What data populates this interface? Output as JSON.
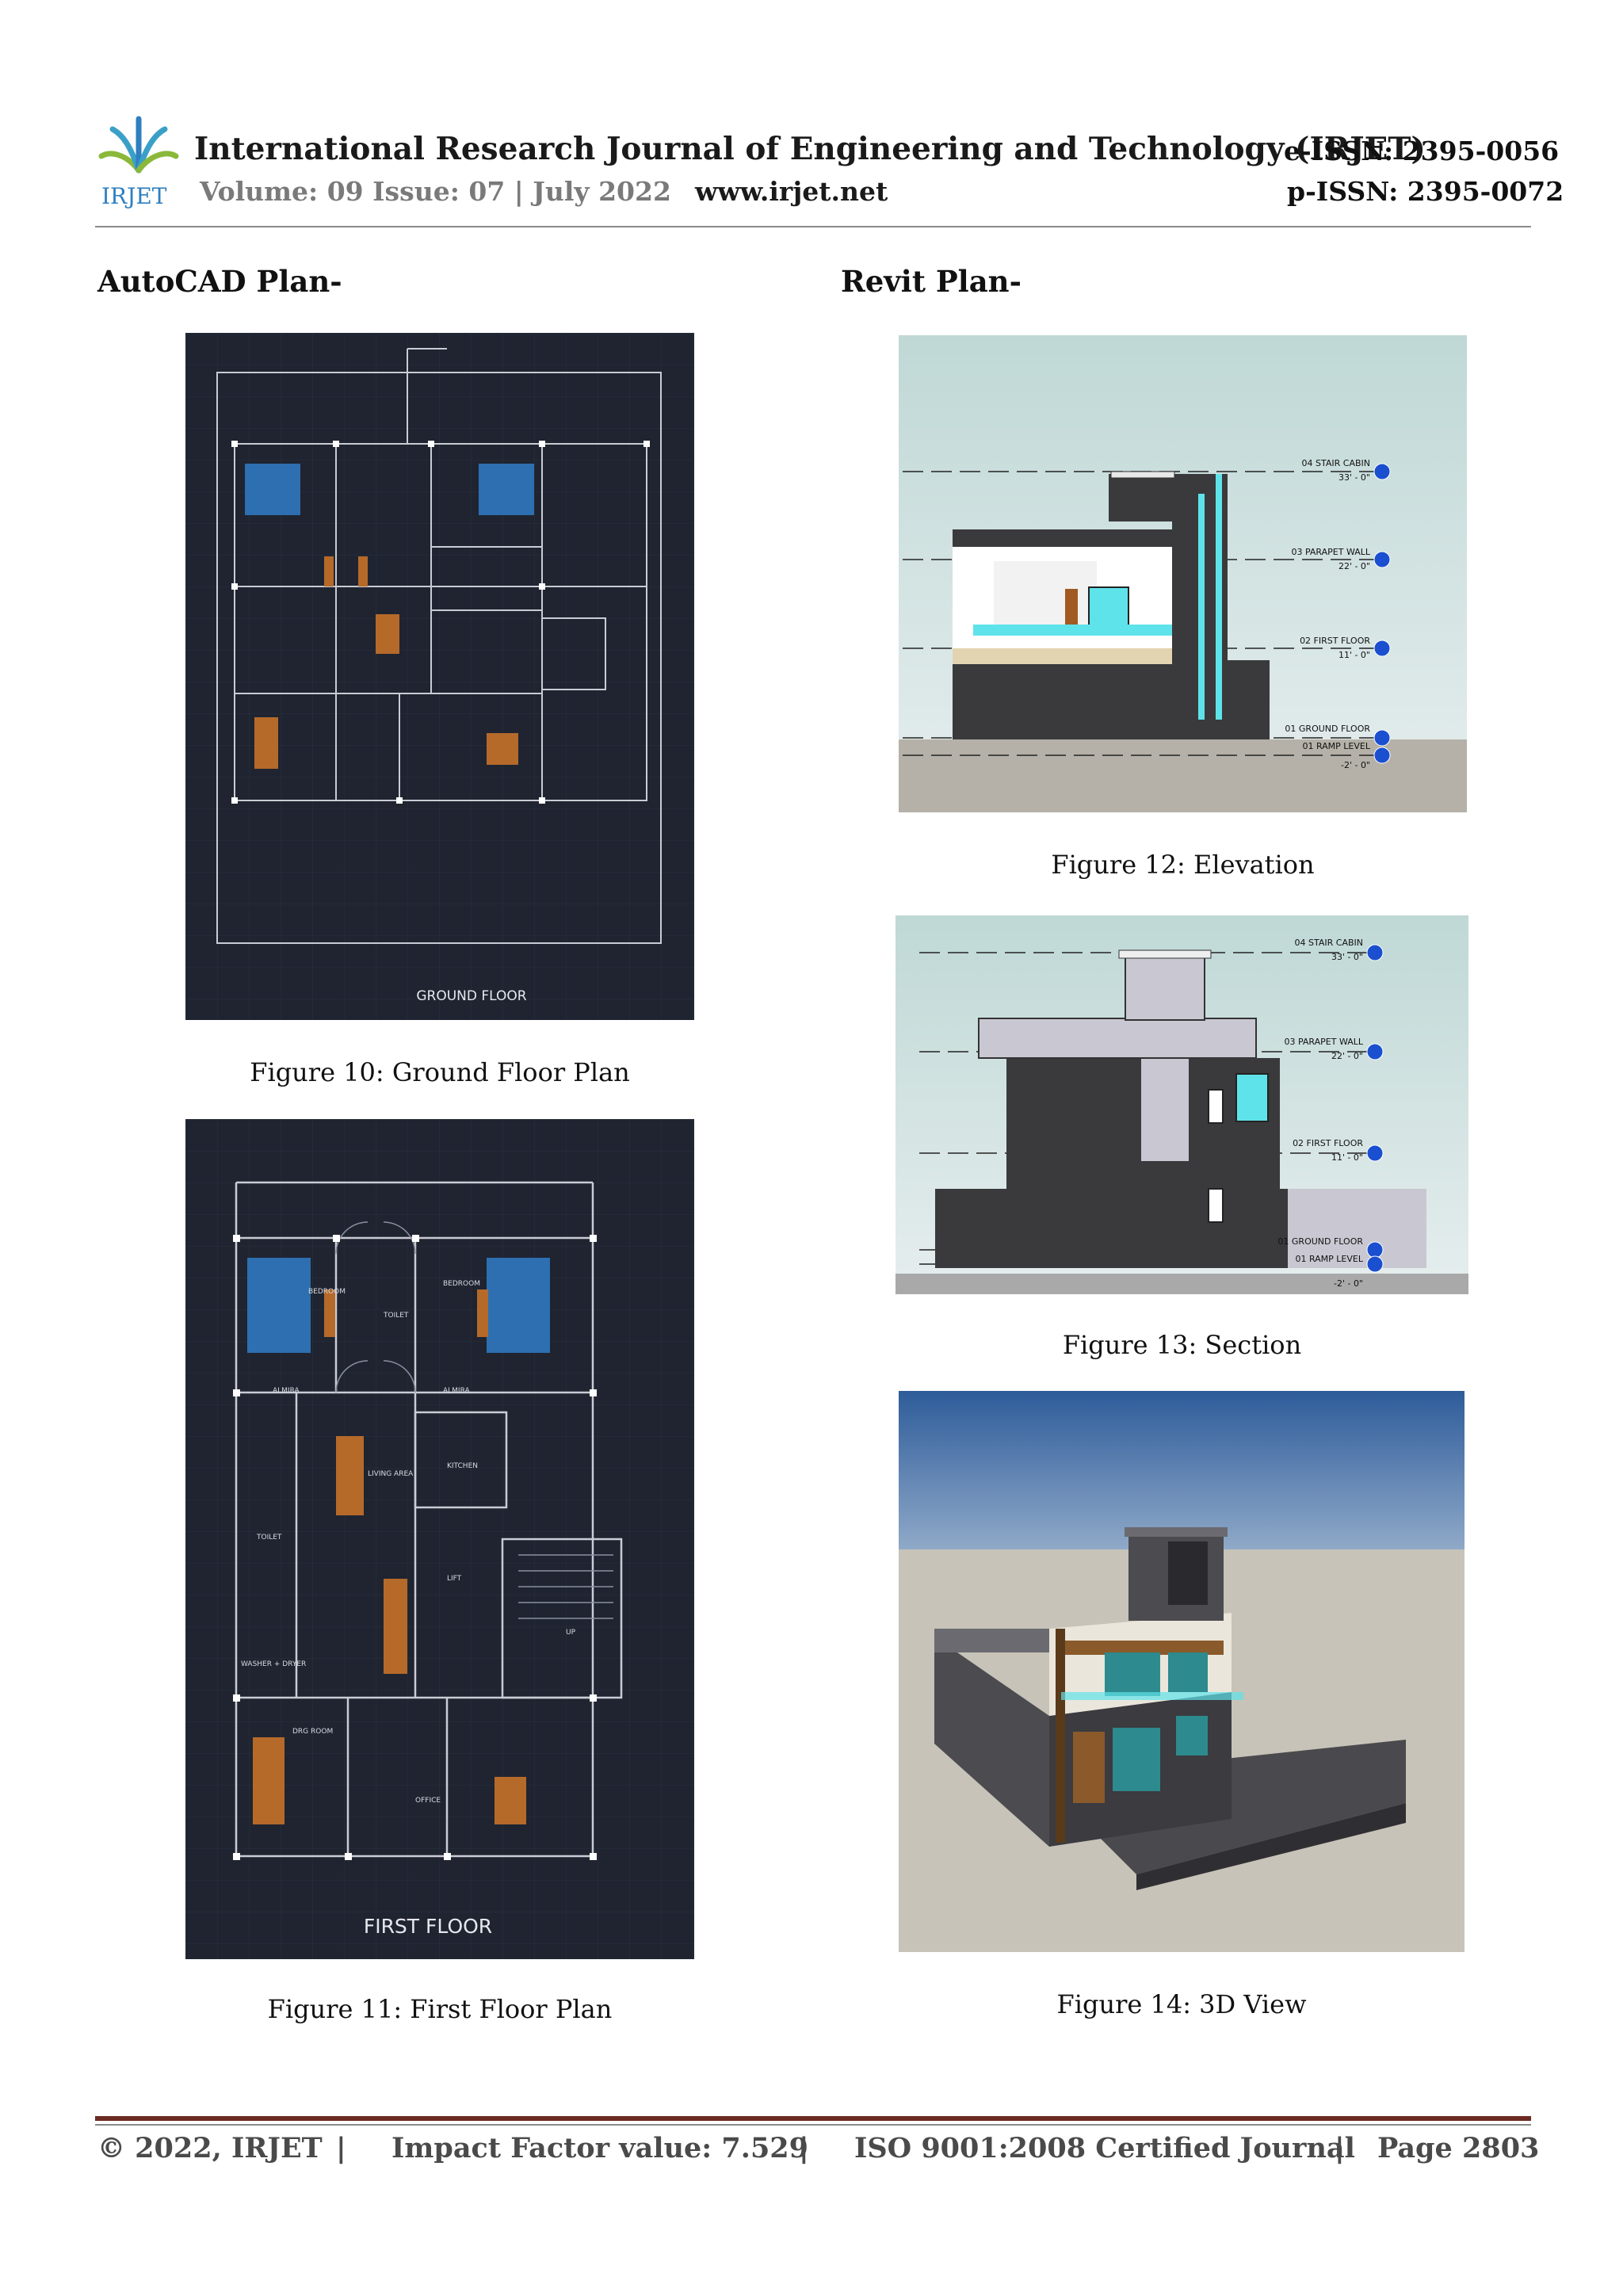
{
  "header": {
    "logo_text": "IRJET",
    "journal_title": "International Research Journal of Engineering and Technology (IRJET)",
    "e_issn": "e-ISSN: 2395-0056",
    "volume": "Volume: 09 Issue: 07 | July 2022",
    "website": "www.irjet.net",
    "p_issn": "p-ISSN: 2395-0072"
  },
  "sections": {
    "autocad_heading": "AutoCAD Plan-",
    "revit_heading": "Revit Plan-"
  },
  "figures": {
    "ground_floor": {
      "caption": "Figure 10: Ground Floor Plan",
      "drawing_label": "GROUND FLOOR"
    },
    "first_floor": {
      "caption": "Figure 11: First Floor Plan",
      "drawing_label": "FIRST FLOOR",
      "room_labels": [
        "BEDROOM",
        "TOILET",
        "BEDROOM",
        "ALMIRA",
        "ALMIRA",
        "LIVING AREA",
        "KITCHEN",
        "TOILET",
        "LIFT",
        "WASHER + DRYER",
        "DRG ROOM",
        "OFFICE",
        "UP"
      ]
    },
    "elevation": {
      "caption": "Figure 12: Elevation",
      "levels": [
        {
          "name": "04 STAIR CABIN",
          "value": "33' - 0\""
        },
        {
          "name": "03 PARAPET WALL",
          "value": "22' - 0\""
        },
        {
          "name": "02 FIRST FLOOR",
          "value": "11' - 0\""
        },
        {
          "name": "01 GROUND FLOOR",
          "value": ""
        },
        {
          "name": "01 RAMP LEVEL",
          "value": "-2' - 0\""
        }
      ]
    },
    "section": {
      "caption": "Figure 13: Section",
      "levels": [
        {
          "name": "04 STAIR CABIN",
          "value": "33' - 0\""
        },
        {
          "name": "03 PARAPET WALL",
          "value": "22' - 0\""
        },
        {
          "name": "02 FIRST FLOOR",
          "value": "11' - 0\""
        },
        {
          "name": "01 GROUND FLOOR",
          "value": ""
        },
        {
          "name": "01 RAMP LEVEL",
          "value": "-2' - 0\""
        }
      ]
    },
    "view3d": {
      "caption": "Figure 14: 3D View"
    }
  },
  "footer": {
    "copyright": "© 2022, IRJET",
    "sep1": "|",
    "impact": "Impact Factor value: 7.529",
    "sep2": "|",
    "iso": "ISO 9001:2008 Certified Journal",
    "sep3": "|",
    "page": "Page 2803"
  },
  "colors": {
    "cad_background": "#1f2430",
    "footer_rule": "#6b2a22",
    "accent_cyan": "#5fe3ea"
  }
}
